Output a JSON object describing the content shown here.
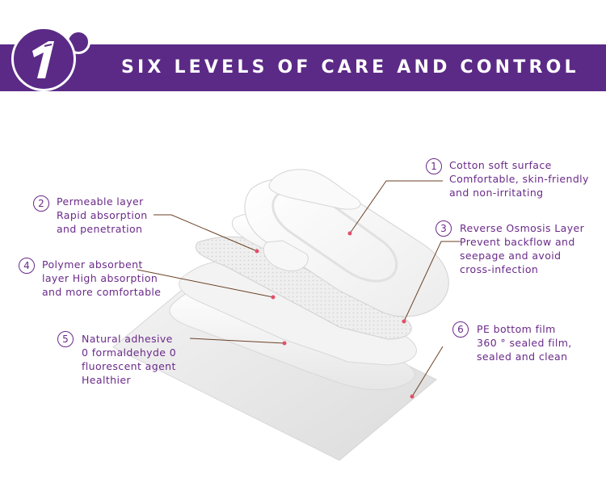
{
  "banner": {
    "number": "1",
    "title": "SIX LEVELS OF CARE AND CONTROL",
    "color": "#5b2a86"
  },
  "callouts": [
    {
      "number": "1",
      "lines": [
        "Cotton soft surface",
        "Comfortable, skin-friendly",
        "and non-irritating"
      ]
    },
    {
      "number": "2",
      "lines": [
        "Permeable layer",
        "Rapid absorption",
        "and penetration"
      ]
    },
    {
      "number": "3",
      "lines": [
        "Reverse Osmosis Layer",
        "Prevent backflow and",
        "seepage and avoid",
        "cross-infection"
      ]
    },
    {
      "number": "4",
      "lines": [
        "Polymer absorbent",
        "layer High absorption",
        "and more comfortable"
      ]
    },
    {
      "number": "5",
      "lines": [
        "Natural adhesive",
        "0 formaldehyde  0",
        "fluorescent agent",
        "Healthier"
      ]
    },
    {
      "number": "6",
      "lines": [
        "PE bottom film",
        "360 ° sealed film,",
        "sealed and clean"
      ]
    }
  ],
  "colors": {
    "text": "#6a2a8a",
    "leader": "#6b4226",
    "dot": "#e0506a"
  }
}
